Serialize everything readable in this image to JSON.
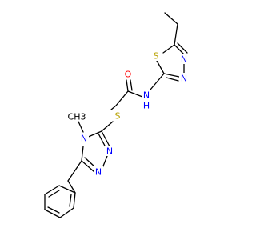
{
  "structure": {
    "atoms": {
      "s_thiadiazole": "S",
      "n_thiadiazole_3": "N",
      "n_thiadiazole_4": "N",
      "n_amide": "N",
      "h_amide": "H",
      "o_carbonyl": "O",
      "s_thioether": "S",
      "n_triazole_4": "N",
      "n_triazole_3": "N",
      "n_triazole_2": "N",
      "methyl": "CH3"
    },
    "colors": {
      "carbon_bonds": "#000000",
      "nitrogen": "#0000ff",
      "sulfur": "#b8a200",
      "oxygen": "#ff0000"
    }
  }
}
